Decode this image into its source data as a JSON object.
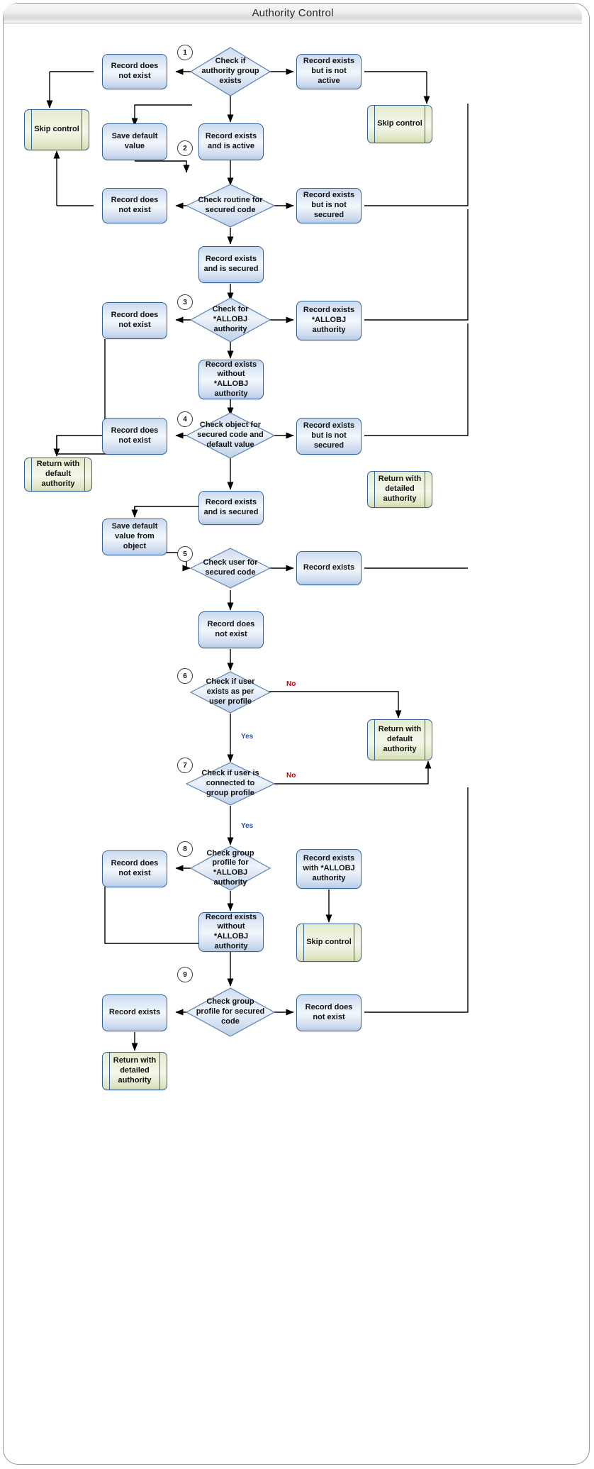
{
  "window": {
    "title": "Authority Control"
  },
  "diagram": {
    "type": "flowchart",
    "title": "Authority Control",
    "step_markers": [
      "1",
      "2",
      "3",
      "4",
      "5",
      "6",
      "7",
      "8",
      "9"
    ],
    "edge_labels": {
      "no": "No",
      "yes": "Yes"
    },
    "colors": {
      "process_border": "#35629b",
      "process_fill": "#dde8f6",
      "terminal_fill": "#e4ebcd",
      "no_label": "#cc0000",
      "yes_label": "#2b55a8",
      "frame_border": "#9a9a9a"
    },
    "nodes": [
      {
        "id": "d1",
        "kind": "decision",
        "text": "Check if authority group exists"
      },
      {
        "id": "p1",
        "kind": "process",
        "text": "Record does not exist"
      },
      {
        "id": "p2",
        "kind": "process",
        "text": "Record exists but is not active"
      },
      {
        "id": "t1",
        "kind": "predefined",
        "text": "Skip control"
      },
      {
        "id": "t2",
        "kind": "predefined",
        "text": "Skip control"
      },
      {
        "id": "p3",
        "kind": "process",
        "text": "Save default value"
      },
      {
        "id": "p4",
        "kind": "process",
        "text": "Record exists and is active"
      },
      {
        "id": "d2",
        "kind": "decision",
        "text": "Check routine for secured code"
      },
      {
        "id": "p5",
        "kind": "process",
        "text": "Record does not exist"
      },
      {
        "id": "p6",
        "kind": "process",
        "text": "Record exists but is not secured"
      },
      {
        "id": "p7",
        "kind": "process",
        "text": "Record exists and is secured"
      },
      {
        "id": "d3",
        "kind": "decision",
        "text": "Check for *ALLOBJ authority"
      },
      {
        "id": "p8",
        "kind": "process",
        "text": "Record does not exist"
      },
      {
        "id": "p9",
        "kind": "process",
        "text": "Record exists *ALLOBJ authority"
      },
      {
        "id": "p10",
        "kind": "process",
        "text": "Record exists without *ALLOBJ authority"
      },
      {
        "id": "d4",
        "kind": "decision",
        "text": "Check object for secured code and default value"
      },
      {
        "id": "p11",
        "kind": "process",
        "text": "Record does not exist"
      },
      {
        "id": "p12",
        "kind": "process",
        "text": "Record exists but is not secured"
      },
      {
        "id": "t3",
        "kind": "predefined",
        "text": "Return with default authority"
      },
      {
        "id": "t4",
        "kind": "predefined",
        "text": "Return with detailed authority"
      },
      {
        "id": "p13",
        "kind": "process",
        "text": "Record exists and is secured"
      },
      {
        "id": "p14",
        "kind": "process",
        "text": "Save default value from object"
      },
      {
        "id": "d5",
        "kind": "decision",
        "text": "Check user for secured code"
      },
      {
        "id": "p15",
        "kind": "process",
        "text": "Record exists"
      },
      {
        "id": "p16",
        "kind": "process",
        "text": "Record does not exist"
      },
      {
        "id": "d6",
        "kind": "decision",
        "text": "Check if user exists as per user profile"
      },
      {
        "id": "t5",
        "kind": "predefined",
        "text": "Return with default authority"
      },
      {
        "id": "d7",
        "kind": "decision",
        "text": "Check if user is connected to group profile"
      },
      {
        "id": "d8",
        "kind": "decision",
        "text": "Check group profile for *ALLOBJ authority"
      },
      {
        "id": "p17",
        "kind": "process",
        "text": "Record does not exist"
      },
      {
        "id": "p18",
        "kind": "process",
        "text": "Record exists with *ALLOBJ authority"
      },
      {
        "id": "p19",
        "kind": "process",
        "text": "Record exists without *ALLOBJ authority"
      },
      {
        "id": "t6",
        "kind": "predefined",
        "text": "Skip control"
      },
      {
        "id": "d9",
        "kind": "decision",
        "text": "Check group profile for secured code"
      },
      {
        "id": "p20",
        "kind": "process",
        "text": "Record exists"
      },
      {
        "id": "p21",
        "kind": "process",
        "text": "Record does not exist"
      },
      {
        "id": "t7",
        "kind": "predefined",
        "text": "Return with detailed authority"
      }
    ]
  }
}
